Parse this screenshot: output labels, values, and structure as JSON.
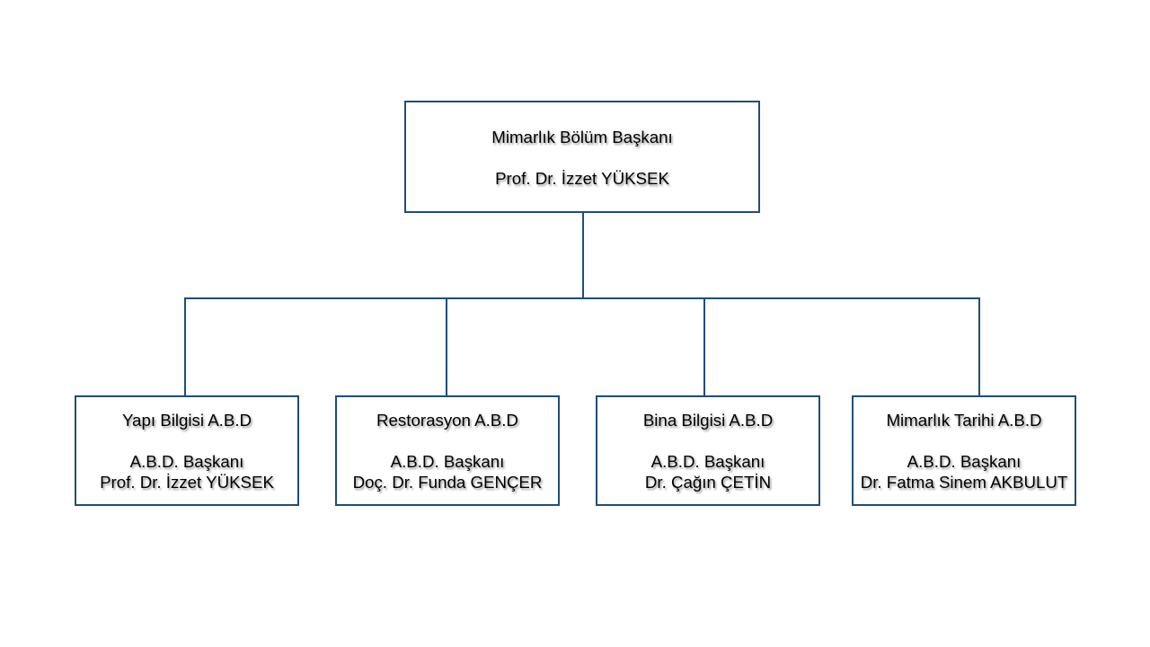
{
  "org_chart": {
    "root": {
      "title": "Mimarlık Bölüm Başkanı",
      "name": "Prof. Dr. İzzet YÜKSEK"
    },
    "departments": [
      {
        "title": "Yapı Bilgisi A.B.D",
        "role": "A.B.D. Başkanı",
        "name": "Prof. Dr. İzzet YÜKSEK"
      },
      {
        "title": "Restorasyon A.B.D",
        "role": "A.B.D. Başkanı",
        "name": "Doç. Dr. Funda GENÇER"
      },
      {
        "title": "Bina Bilgisi A.B.D",
        "role": "A.B.D. Başkanı",
        "name": "Dr. Çağın ÇETİN"
      },
      {
        "title": "Mimarlık Tarihi A.B.D",
        "role": "A.B.D. Başkanı",
        "name": "Dr. Fatma Sinem AKBULUT"
      }
    ],
    "colors": {
      "border": "#1F4E79",
      "connector": "#1F4E79",
      "background": "#FFFFFF",
      "text": "#000000"
    }
  }
}
